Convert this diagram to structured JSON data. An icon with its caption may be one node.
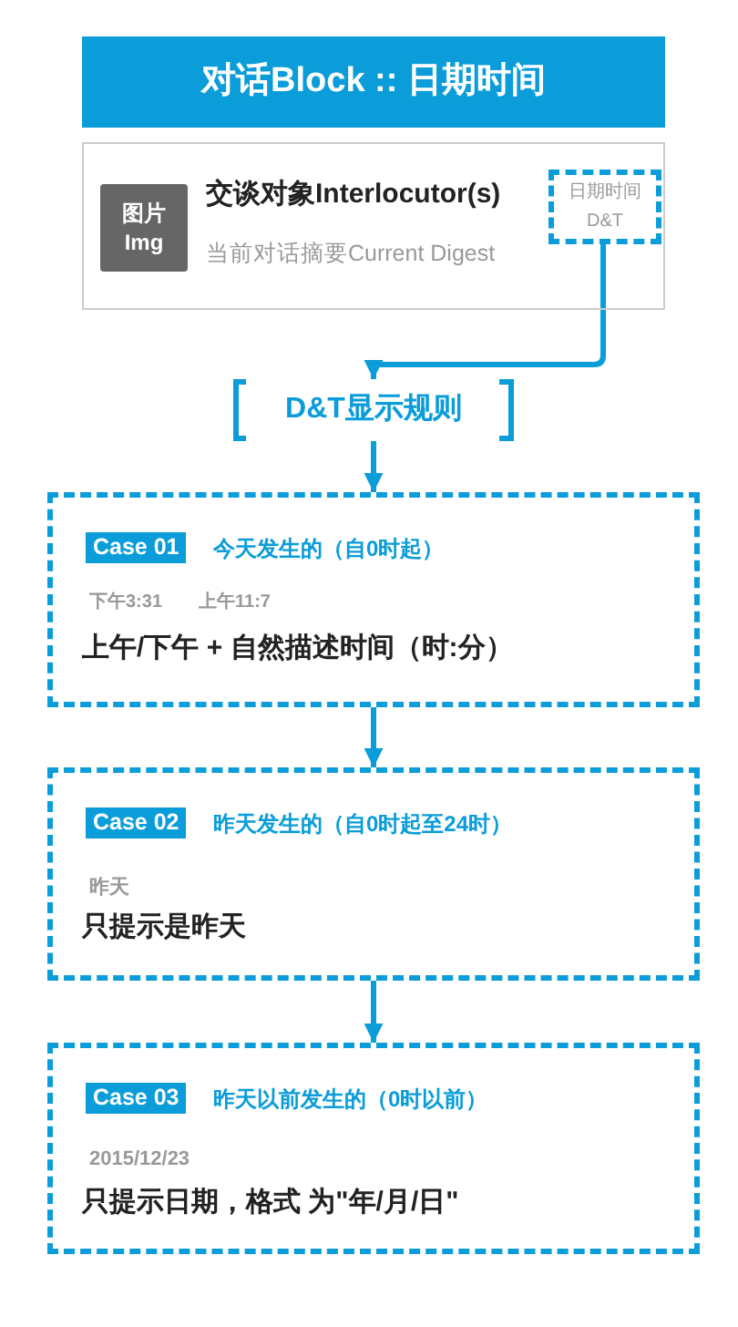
{
  "diagram": {
    "title": "对话Block :: 日期时间",
    "nodes": [
      {
        "text": [
          "交谈对象Interlocutor(s)",
          "当前对话摘要Current Digest"
        ]
      },
      {
        "text": [
          "图片 Img"
        ],
        "in": 0
      },
      {
        "text": [
          "日期时间 D&T"
        ],
        "in": 0
      },
      {
        "text": [
          "D&T显示规则"
        ]
      },
      {
        "text": [
          "Case 01",
          "今天发生的（自0时起）",
          "下午3:31",
          "上午11:7",
          "上午/下午 + 自然描述时间（时:分）"
        ]
      },
      {
        "text": [
          "Case 02",
          "昨天发生的（自0时起至24时）",
          "昨天",
          "只提示是昨天"
        ]
      },
      {
        "text": [
          "Case 03",
          "昨天以前发生的（0时以前）",
          "2015/12/23",
          "只提示日期，格式 为\"年/月/日\""
        ]
      }
    ],
    "edges": [
      {
        "from": 2,
        "to": 3,
        "arrow": "to"
      },
      {
        "from": 3,
        "to": 4,
        "arrow": "to"
      },
      {
        "from": 4,
        "to": 5,
        "arrow": "to"
      },
      {
        "from": 5,
        "to": 6,
        "arrow": "to"
      }
    ]
  }
}
